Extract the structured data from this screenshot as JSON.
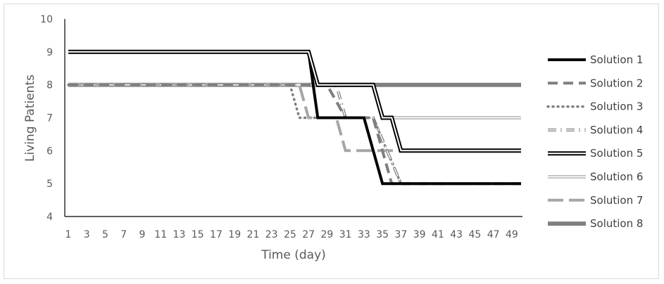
{
  "chart_data": {
    "type": "line",
    "title": "",
    "xlabel": "Time (day)",
    "ylabel": "Living Patients",
    "xlim": [
      1,
      50
    ],
    "ylim": [
      4,
      10
    ],
    "x_ticks": [
      1,
      3,
      5,
      7,
      9,
      11,
      13,
      15,
      17,
      19,
      21,
      23,
      25,
      27,
      29,
      31,
      33,
      35,
      37,
      39,
      41,
      43,
      45,
      47,
      49
    ],
    "y_ticks": [
      4,
      5,
      6,
      7,
      8,
      9,
      10
    ],
    "grid": false,
    "legend_position": "right",
    "series": [
      {
        "name": "Solution 1",
        "color": "#000000",
        "style": "solid",
        "points": [
          [
            1,
            9
          ],
          [
            27,
            9
          ],
          [
            28,
            7
          ],
          [
            33,
            7
          ],
          [
            35,
            5
          ],
          [
            50,
            5
          ]
        ]
      },
      {
        "name": "Solution 2",
        "color": "#7f7f7f",
        "style": "dash",
        "points": [
          [
            1,
            8
          ],
          [
            29,
            8
          ],
          [
            31,
            7
          ],
          [
            34,
            7
          ],
          [
            36,
            5
          ],
          [
            50,
            5
          ]
        ]
      },
      {
        "name": "Solution 3",
        "color": "#7f7f7f",
        "style": "dot",
        "points": [
          [
            1,
            8
          ],
          [
            25,
            8
          ],
          [
            26,
            7
          ],
          [
            34,
            7
          ],
          [
            37,
            5
          ],
          [
            50,
            5
          ]
        ]
      },
      {
        "name": "Solution 4",
        "color": "#7f7f7f",
        "style": "hollow-dashdot",
        "points": [
          [
            1,
            8
          ],
          [
            30,
            8
          ],
          [
            31,
            7
          ],
          [
            34,
            7
          ],
          [
            37,
            5
          ],
          [
            50,
            5
          ]
        ]
      },
      {
        "name": "Solution 5",
        "color": "#000000",
        "style": "double",
        "points": [
          [
            1,
            9
          ],
          [
            27,
            9
          ],
          [
            28,
            8
          ],
          [
            34,
            8
          ],
          [
            35,
            7
          ],
          [
            36,
            7
          ],
          [
            37,
            6
          ],
          [
            50,
            6
          ]
        ]
      },
      {
        "name": "Solution 6",
        "color": "#bfbfbf",
        "style": "double-light",
        "points": [
          [
            1,
            8
          ],
          [
            34,
            8
          ],
          [
            35,
            7
          ],
          [
            50,
            7
          ]
        ]
      },
      {
        "name": "Solution 7",
        "color": "#a6a6a6",
        "style": "longdash",
        "points": [
          [
            1,
            8
          ],
          [
            26,
            8
          ],
          [
            27,
            7
          ],
          [
            30,
            7
          ],
          [
            31,
            6
          ],
          [
            50,
            6
          ]
        ]
      },
      {
        "name": "Solution 8",
        "color": "#808080",
        "style": "thick",
        "points": [
          [
            1,
            8
          ],
          [
            50,
            8
          ]
        ]
      }
    ]
  }
}
